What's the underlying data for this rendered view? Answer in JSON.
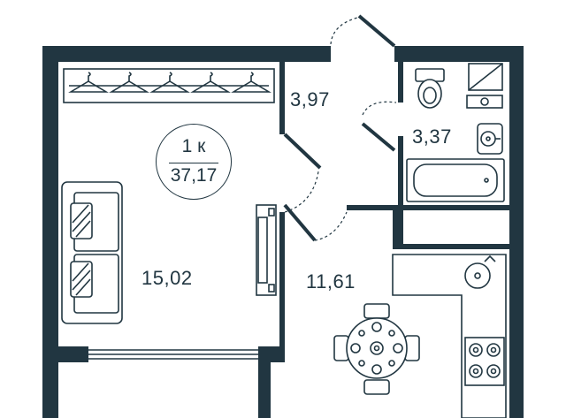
{
  "apartment": {
    "rooms_label": "1 к",
    "total_area": "37,17"
  },
  "rooms": [
    {
      "id": "living-room",
      "area": "15,02"
    },
    {
      "id": "hallway",
      "area": "3,97"
    },
    {
      "id": "bathroom",
      "area": "3,37"
    },
    {
      "id": "kitchen",
      "area": "11,61"
    }
  ],
  "colors": {
    "wall": "#213641",
    "background": "#ffffff"
  }
}
